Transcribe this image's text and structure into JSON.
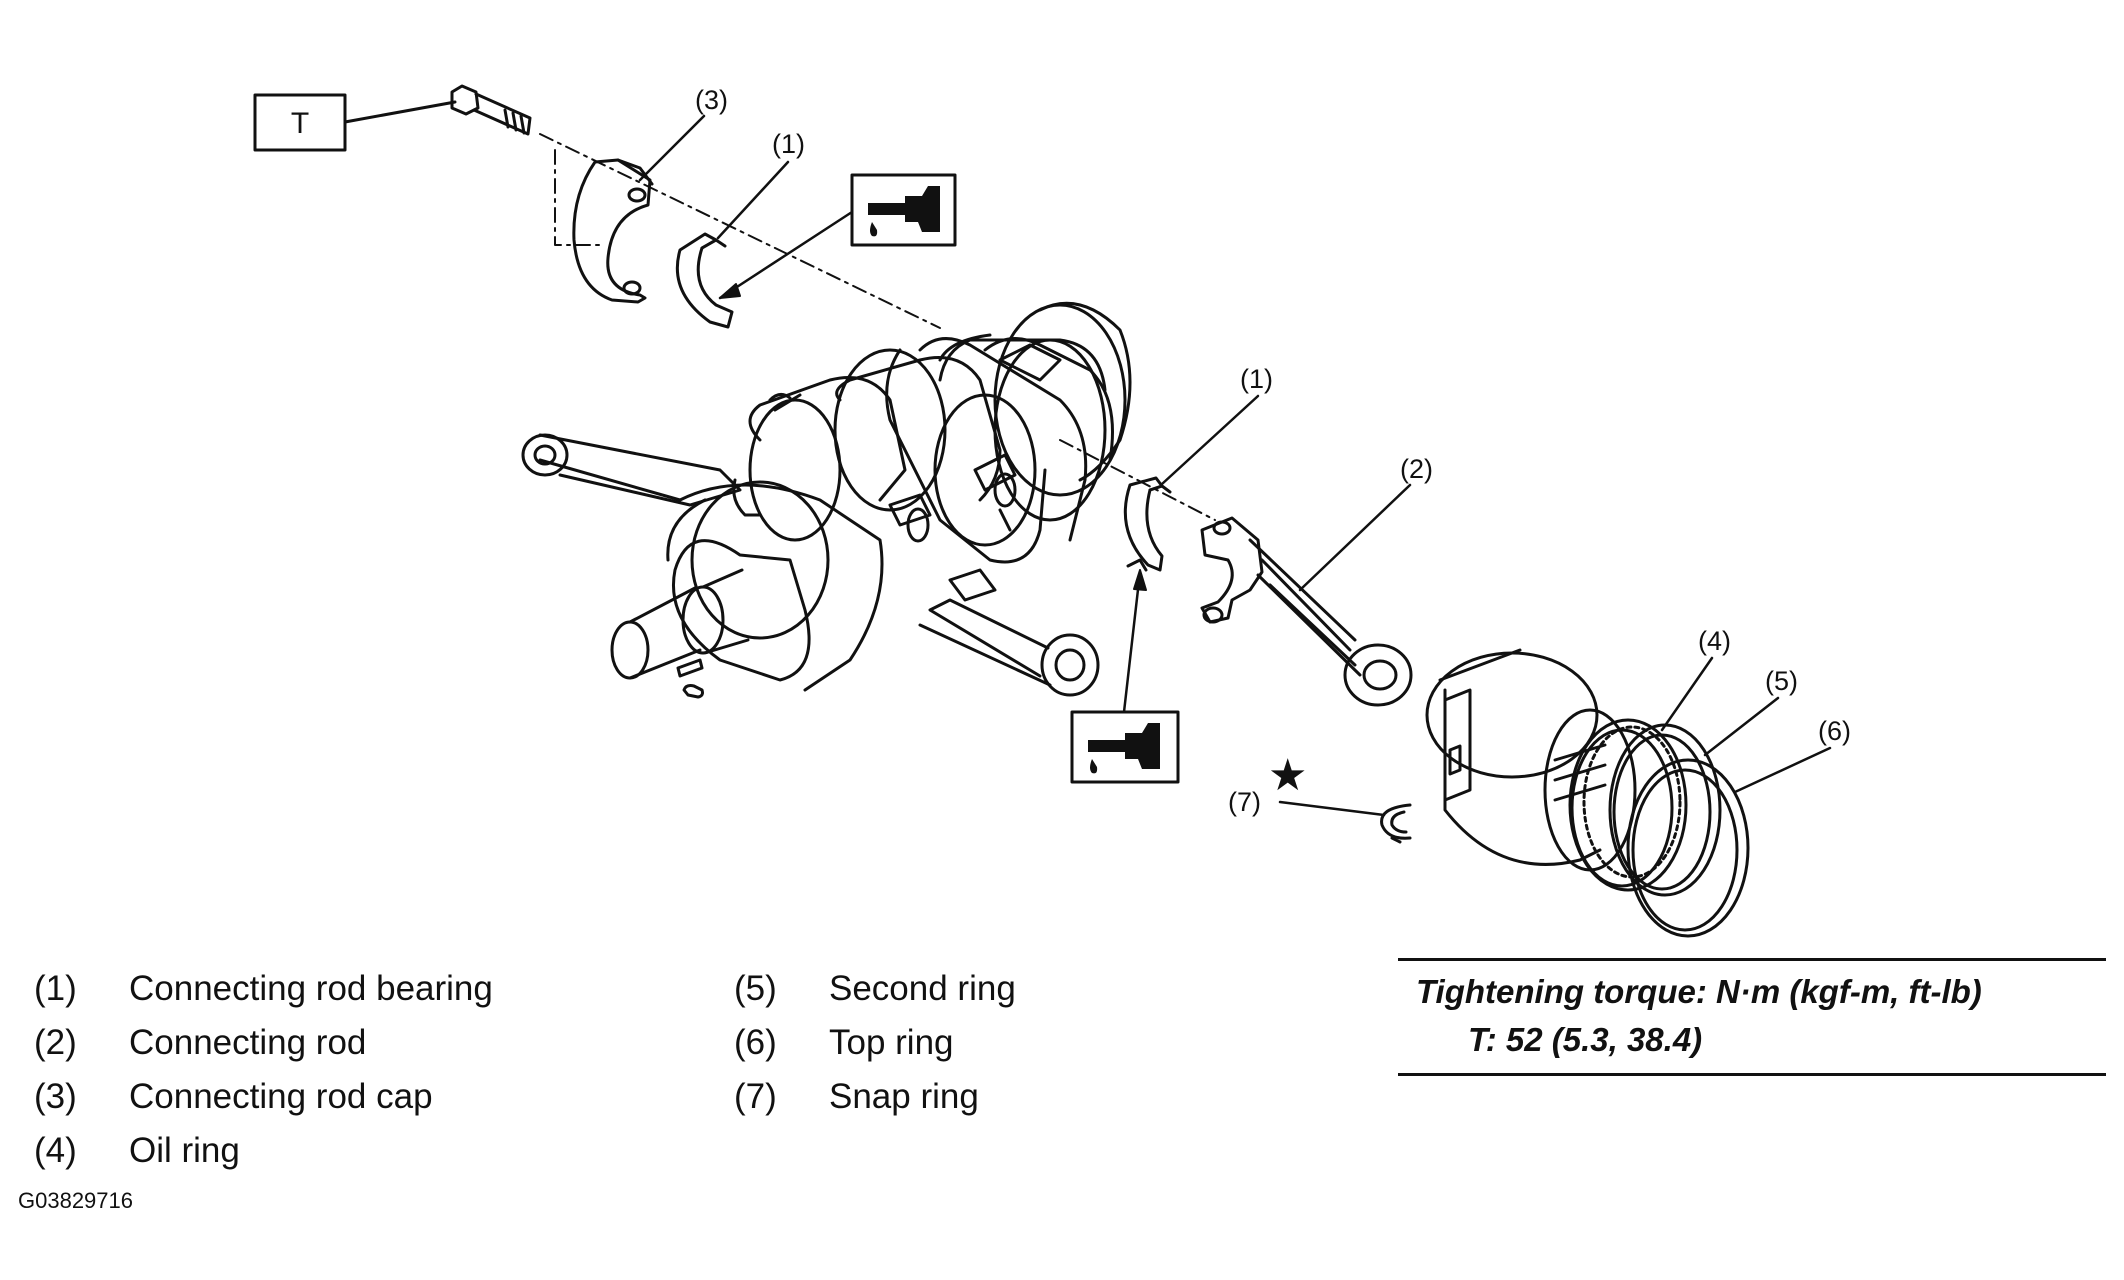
{
  "callouts": {
    "c1_top": "(1)",
    "c1_mid": "(1)",
    "c2": "(2)",
    "c3": "(3)",
    "c4": "(4)",
    "c5": "(5)",
    "c6": "(6)",
    "c7": "(7)",
    "torque_box": "T",
    "star": "★"
  },
  "legend": {
    "left": [
      {
        "num": "(1)",
        "text": "Connecting rod bearing"
      },
      {
        "num": "(2)",
        "text": "Connecting rod"
      },
      {
        "num": "(3)",
        "text": "Connecting rod cap"
      },
      {
        "num": "(4)",
        "text": "Oil ring"
      }
    ],
    "right": [
      {
        "num": "(5)",
        "text": "Second ring"
      },
      {
        "num": "(6)",
        "text": "Top ring"
      },
      {
        "num": "(7)",
        "text": "Snap ring"
      }
    ]
  },
  "torque": {
    "heading": "Tightening torque: N·m (kgf-m, ft-lb)",
    "value": "T:   52 (5.3, 38.4)"
  },
  "figure_code": "G03829716",
  "icons": [
    "oil-can-icon",
    "oil-can-icon"
  ]
}
